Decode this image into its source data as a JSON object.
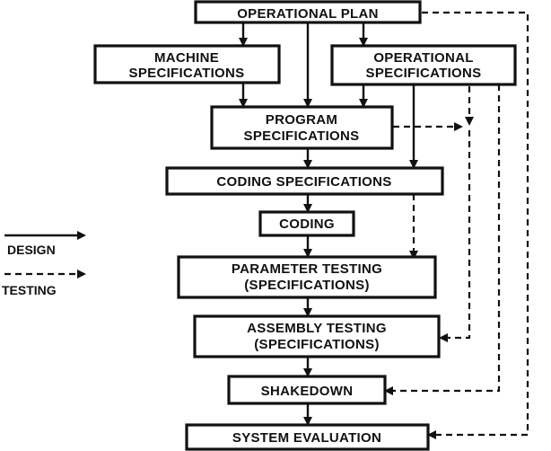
{
  "legend": {
    "design_label": "DESIGN",
    "testing_label": "TESTING"
  },
  "boxes": {
    "operational_plan": [
      "OPERATIONAL PLAN"
    ],
    "machine_specifications": [
      "MACHINE",
      "SPECIFICATIONS"
    ],
    "operational_specifications": [
      "OPERATIONAL",
      "SPECIFICATIONS"
    ],
    "program_specifications": [
      "PROGRAM",
      "SPECIFICATIONS"
    ],
    "coding_specifications": [
      "CODING SPECIFICATIONS"
    ],
    "coding": [
      "CODING"
    ],
    "parameter_testing": [
      "PARAMETER TESTING",
      "(SPECIFICATIONS)"
    ],
    "assembly_testing": [
      "ASSEMBLY TESTING",
      "(SPECIFICATIONS)"
    ],
    "shakedown": [
      "SHAKEDOWN"
    ],
    "system_evaluation": [
      "SYSTEM EVALUATION"
    ]
  },
  "colors": {
    "ink": "#111111",
    "background": "#ffffff"
  }
}
